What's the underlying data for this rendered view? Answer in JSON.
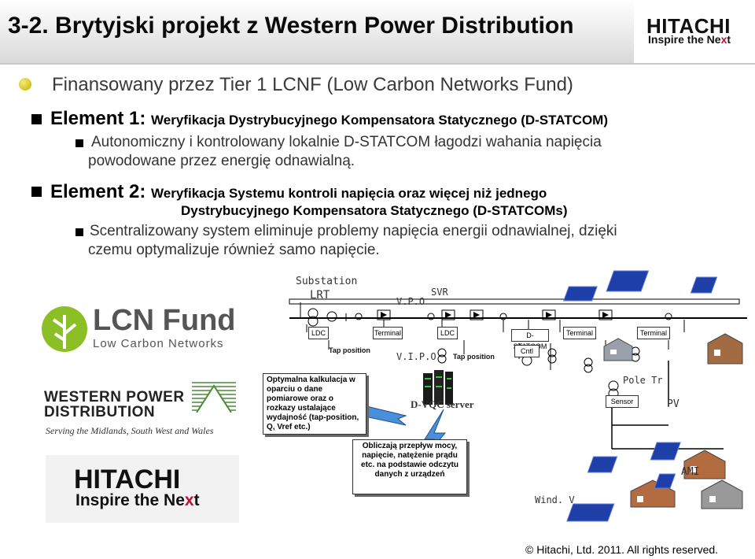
{
  "header": {
    "title": "3-2. Brytyjski projekt z Western Power Distribution",
    "logo_word": "HITACHI",
    "logo_tag_main": "Inspire the Ne",
    "logo_tag_x": "x",
    "logo_tag_end": "t"
  },
  "content": {
    "line1": "Finansowany przez Tier 1 LCNF (Low Carbon Networks Fund)",
    "element1_label": "Element 1: ",
    "element1_desc": "Weryfikacja Dystrybucyjnego Kompensatora Statycznego (D-STATCOM)",
    "element1_sub_a": "Autonomiczny i kontrolowany lokalnie D-STATCOM łagodzi wahania napięcia",
    "element1_sub_b": "powodowane przez energię odnawialną.",
    "element2_label": "Element 2: ",
    "element2_desc": "Weryfikacja Systemu kontroli napięcia oraz więcej niż jednego",
    "element2_desc_b": "Dystrybucyjnego Kompensatora Statycznego (D-STATCOMs)",
    "element2_sub_a": "Scentralizowany system eliminuje problemy napięcia energii odnawialnej, dzięki",
    "element2_sub_b": "czemu optymalizuje również samo napięcie."
  },
  "logos": {
    "lcn_title": "LCN Fund",
    "lcn_sub": "Low Carbon Networks",
    "wpd_line1": "WESTERN POWER",
    "wpd_line2": "DISTRIBUTION",
    "wpd_tagline": "Serving the Midlands, South West and Wales",
    "hitachi_word": "HITACHI",
    "hitachi_tag_main": "Inspire the Ne",
    "hitachi_tag_x": "x",
    "hitachi_tag_end": "t"
  },
  "diagram": {
    "substation": "Substation",
    "lrt": "LRT",
    "vpo": "V.P.O",
    "svr": "SVR",
    "ldc1": "LDC",
    "terminal1": "Terminal",
    "ldc2": "LDC",
    "dstatcom": "D-STATCOM",
    "terminal2": "Terminal",
    "terminal3": "Terminal",
    "tap1": "Tap position",
    "vipo": "V.I.P.O",
    "tap2": "Tap position",
    "cntl": "Cntl",
    "note1": "Optymalna kalkulacja w oparciu o dane pomiarowe oraz o rozkazy ustalające wydajność (tap-position, Q, Vref etc.)",
    "dvqc": "D-VQC server",
    "pole": "Pole Tr",
    "sensor": "Sensor",
    "pv": "PV",
    "note2": "Obliczają przepływ mocy, napięcie, natężenie prądu etc. na podstawie odczytu danych z urządzeń",
    "ami": "AMI",
    "wind": "Wind. V"
  },
  "footer": {
    "copyright": "© Hitachi, Ltd. 2011. All rights reserved."
  },
  "colors": {
    "accent_red": "#c8102e",
    "bullet_yellow": "#d4c21c",
    "lcn_green": "#8cbf26",
    "wpd_green": "#4c8a3a",
    "pv_blue": "#1f3fa8"
  }
}
